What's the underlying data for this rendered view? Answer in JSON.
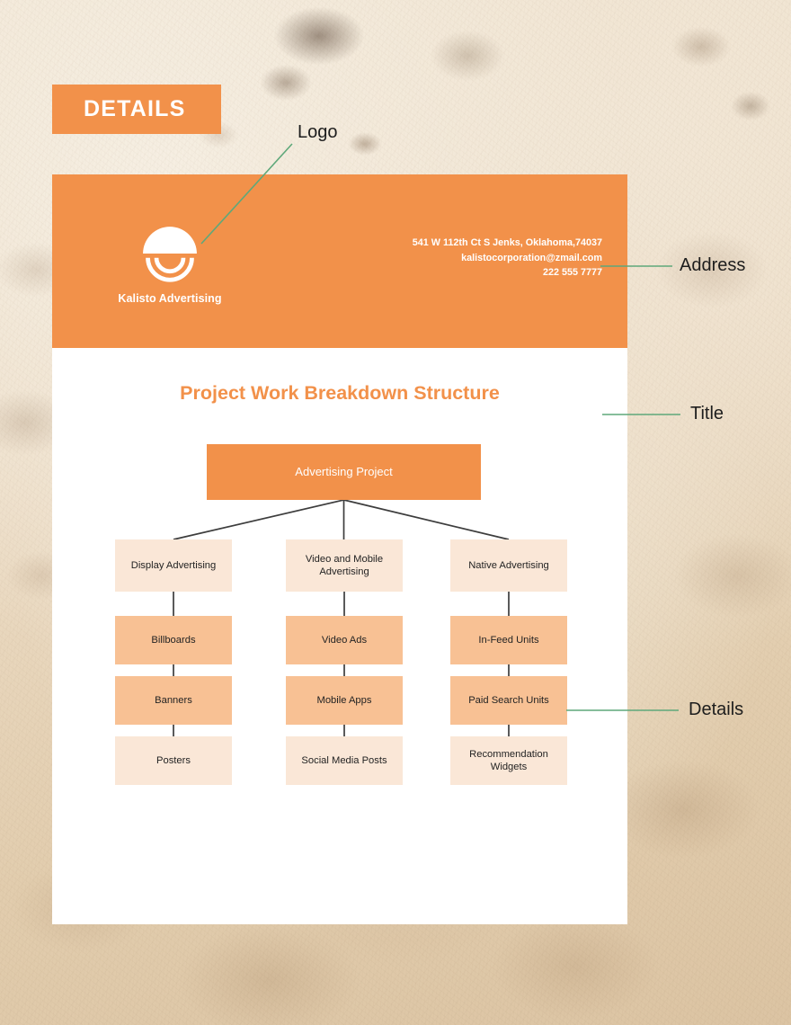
{
  "badge": {
    "label": "DETAILS"
  },
  "document": {
    "logo": {
      "icon": "kalisto-dome-logo",
      "company_name": "Kalisto Advertising"
    },
    "address": {
      "street": "541 W 112th Ct S Jenks, Oklahoma,74037",
      "email": "kalistocorporation@zmail.com",
      "phone": "222 555 7777"
    },
    "title": "Project Work Breakdown Structure"
  },
  "callouts": [
    {
      "id": "logo",
      "label": "Logo"
    },
    {
      "id": "address",
      "label": "Address"
    },
    {
      "id": "title",
      "label": "Title"
    },
    {
      "id": "details",
      "label": "Details"
    }
  ],
  "chart_data": {
    "type": "diagram",
    "title": "Project Work Breakdown Structure",
    "root": "Advertising Project",
    "columns": [
      {
        "parent": "Display Advertising",
        "children": [
          "Billboards",
          "Banners",
          "Posters"
        ]
      },
      {
        "parent": "Video and Mobile Advertising",
        "children": [
          "Video Ads",
          "Mobile Apps",
          "Social Media Posts"
        ]
      },
      {
        "parent": "Native Advertising",
        "children": [
          "In-Feed Units",
          "Paid Search Units",
          "Recommendation Widgets"
        ]
      }
    ],
    "nodes": {
      "root": "Advertising Project",
      "c1r1": "Display Advertising",
      "c1r2": "Billboards",
      "c1r3": "Banners",
      "c1r4": "Posters",
      "c2r1": "Video and Mobile Advertising",
      "c2r2": "Video Ads",
      "c2r3": "Mobile Apps",
      "c2r4": "Social Media Posts",
      "c3r1": "Native Advertising",
      "c3r2": "In-Feed Units",
      "c3r3": "Paid Search Units",
      "c3r4": "Recommendation Widgets"
    }
  },
  "colors": {
    "accent_orange": "#f2914a",
    "node_light": "#fae7d7",
    "node_medium": "#f8c194",
    "connector": "#3d3d3d",
    "callout_line": "#5ea87a",
    "card_white": "#ffffff",
    "text_dark": "#1d1d1d"
  }
}
